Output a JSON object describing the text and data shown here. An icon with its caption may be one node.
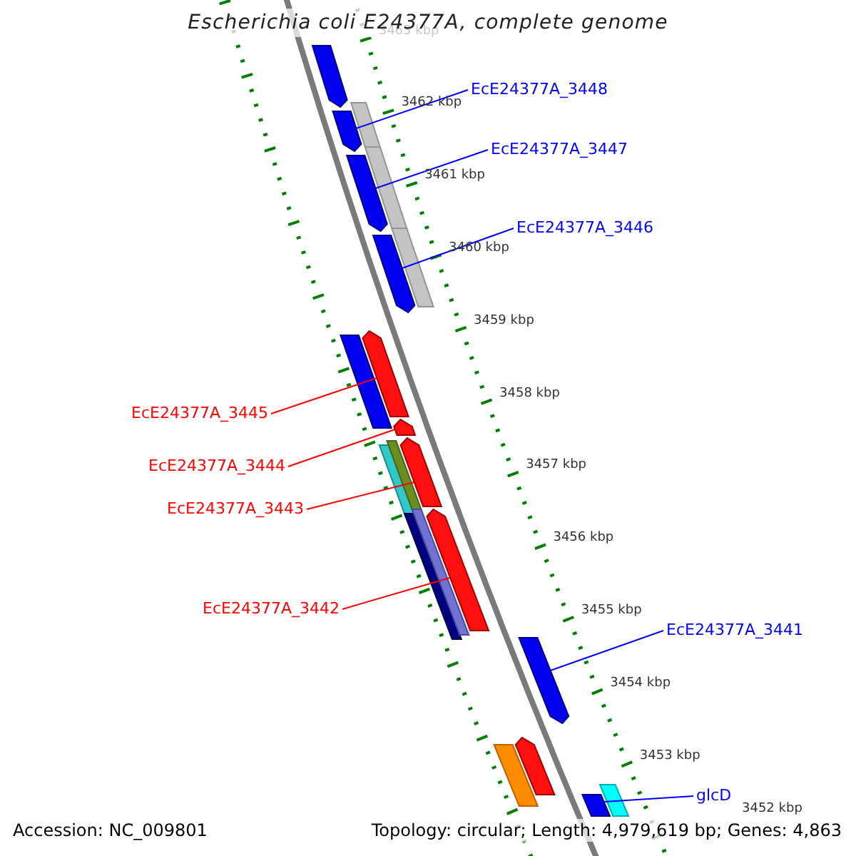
{
  "diagram": {
    "title": "Escherichia coli E24377A, complete genome",
    "nodes": [
      {
        "text": [
          "EcE24377A_3448"
        ]
      },
      {
        "text": [],
        "shape": "pentagon"
      },
      {
        "text": [
          "EcE24377A_3447"
        ]
      },
      {
        "text": [],
        "shape": "pentagon"
      },
      {
        "text": [
          "EcE24377A_3446"
        ]
      },
      {
        "text": [],
        "shape": "pentagon"
      },
      {
        "text": [
          "EcE24377A_3445"
        ]
      },
      {
        "text": [],
        "shape": "pentagon"
      },
      {
        "text": [
          "EcE24377A_3444"
        ]
      },
      {
        "text": [],
        "shape": "pentagon"
      },
      {
        "text": [
          "EcE24377A_3443"
        ]
      },
      {
        "text": [],
        "shape": "pentagon"
      },
      {
        "text": [
          "EcE24377A_3442"
        ]
      },
      {
        "text": [],
        "shape": "pentagon"
      },
      {
        "text": [
          "EcE24377A_3441"
        ]
      },
      {
        "text": [],
        "shape": "pentagon"
      },
      {
        "text": [
          "glcD"
        ]
      },
      {
        "text": [],
        "shape": "pentagon"
      }
    ],
    "edges": [
      {
        "from": 0,
        "to": 1,
        "arrow": "none"
      },
      {
        "from": 2,
        "to": 3,
        "arrow": "none"
      },
      {
        "from": 4,
        "to": 5,
        "arrow": "none"
      },
      {
        "from": 6,
        "to": 7,
        "arrow": "none",
        "color": "#ff0000"
      },
      {
        "from": 8,
        "to": 9,
        "arrow": "none",
        "color": "#ff0000"
      },
      {
        "from": 10,
        "to": 11,
        "arrow": "none",
        "color": "#ff0000"
      },
      {
        "from": 12,
        "to": 13,
        "arrow": "none",
        "color": "#ff0000"
      },
      {
        "from": 14,
        "to": 15,
        "arrow": "none"
      },
      {
        "from": 16,
        "to": 17,
        "arrow": "none"
      }
    ],
    "labels": [
      "3463 kbp",
      "3462 kbp",
      "3461 kbp",
      "3460 kbp",
      "3459 kbp",
      "3458 kbp",
      "3457 kbp",
      "3456 kbp",
      "3455 kbp",
      "3454 kbp",
      "3453 kbp",
      "3452 kbp",
      "Accession: NC_009801",
      "Topology: circular; Length: 4,979,619 bp; Genes: 4,863"
    ]
  }
}
